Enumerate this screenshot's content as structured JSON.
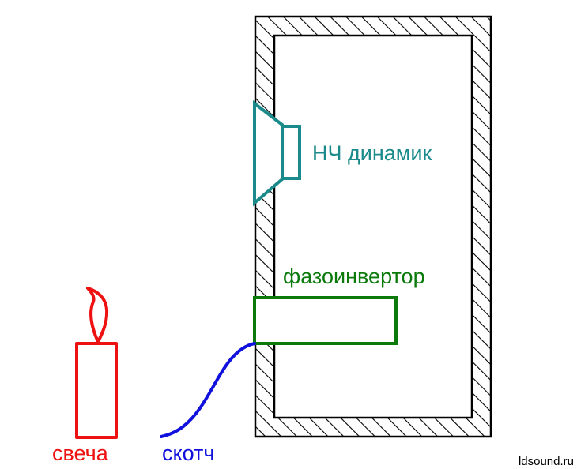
{
  "labels": {
    "speaker": "НЧ динамик",
    "port": "фазоинвертор",
    "candle": "свеча",
    "tape": "скотч",
    "credit": "ldsound.ru"
  },
  "colors": {
    "speaker": "#1a8a8a",
    "port": "#0b7a0b",
    "candle": "#ee1111",
    "tape": "#1111dd",
    "hatch": "#000000",
    "credit": "#000000"
  }
}
